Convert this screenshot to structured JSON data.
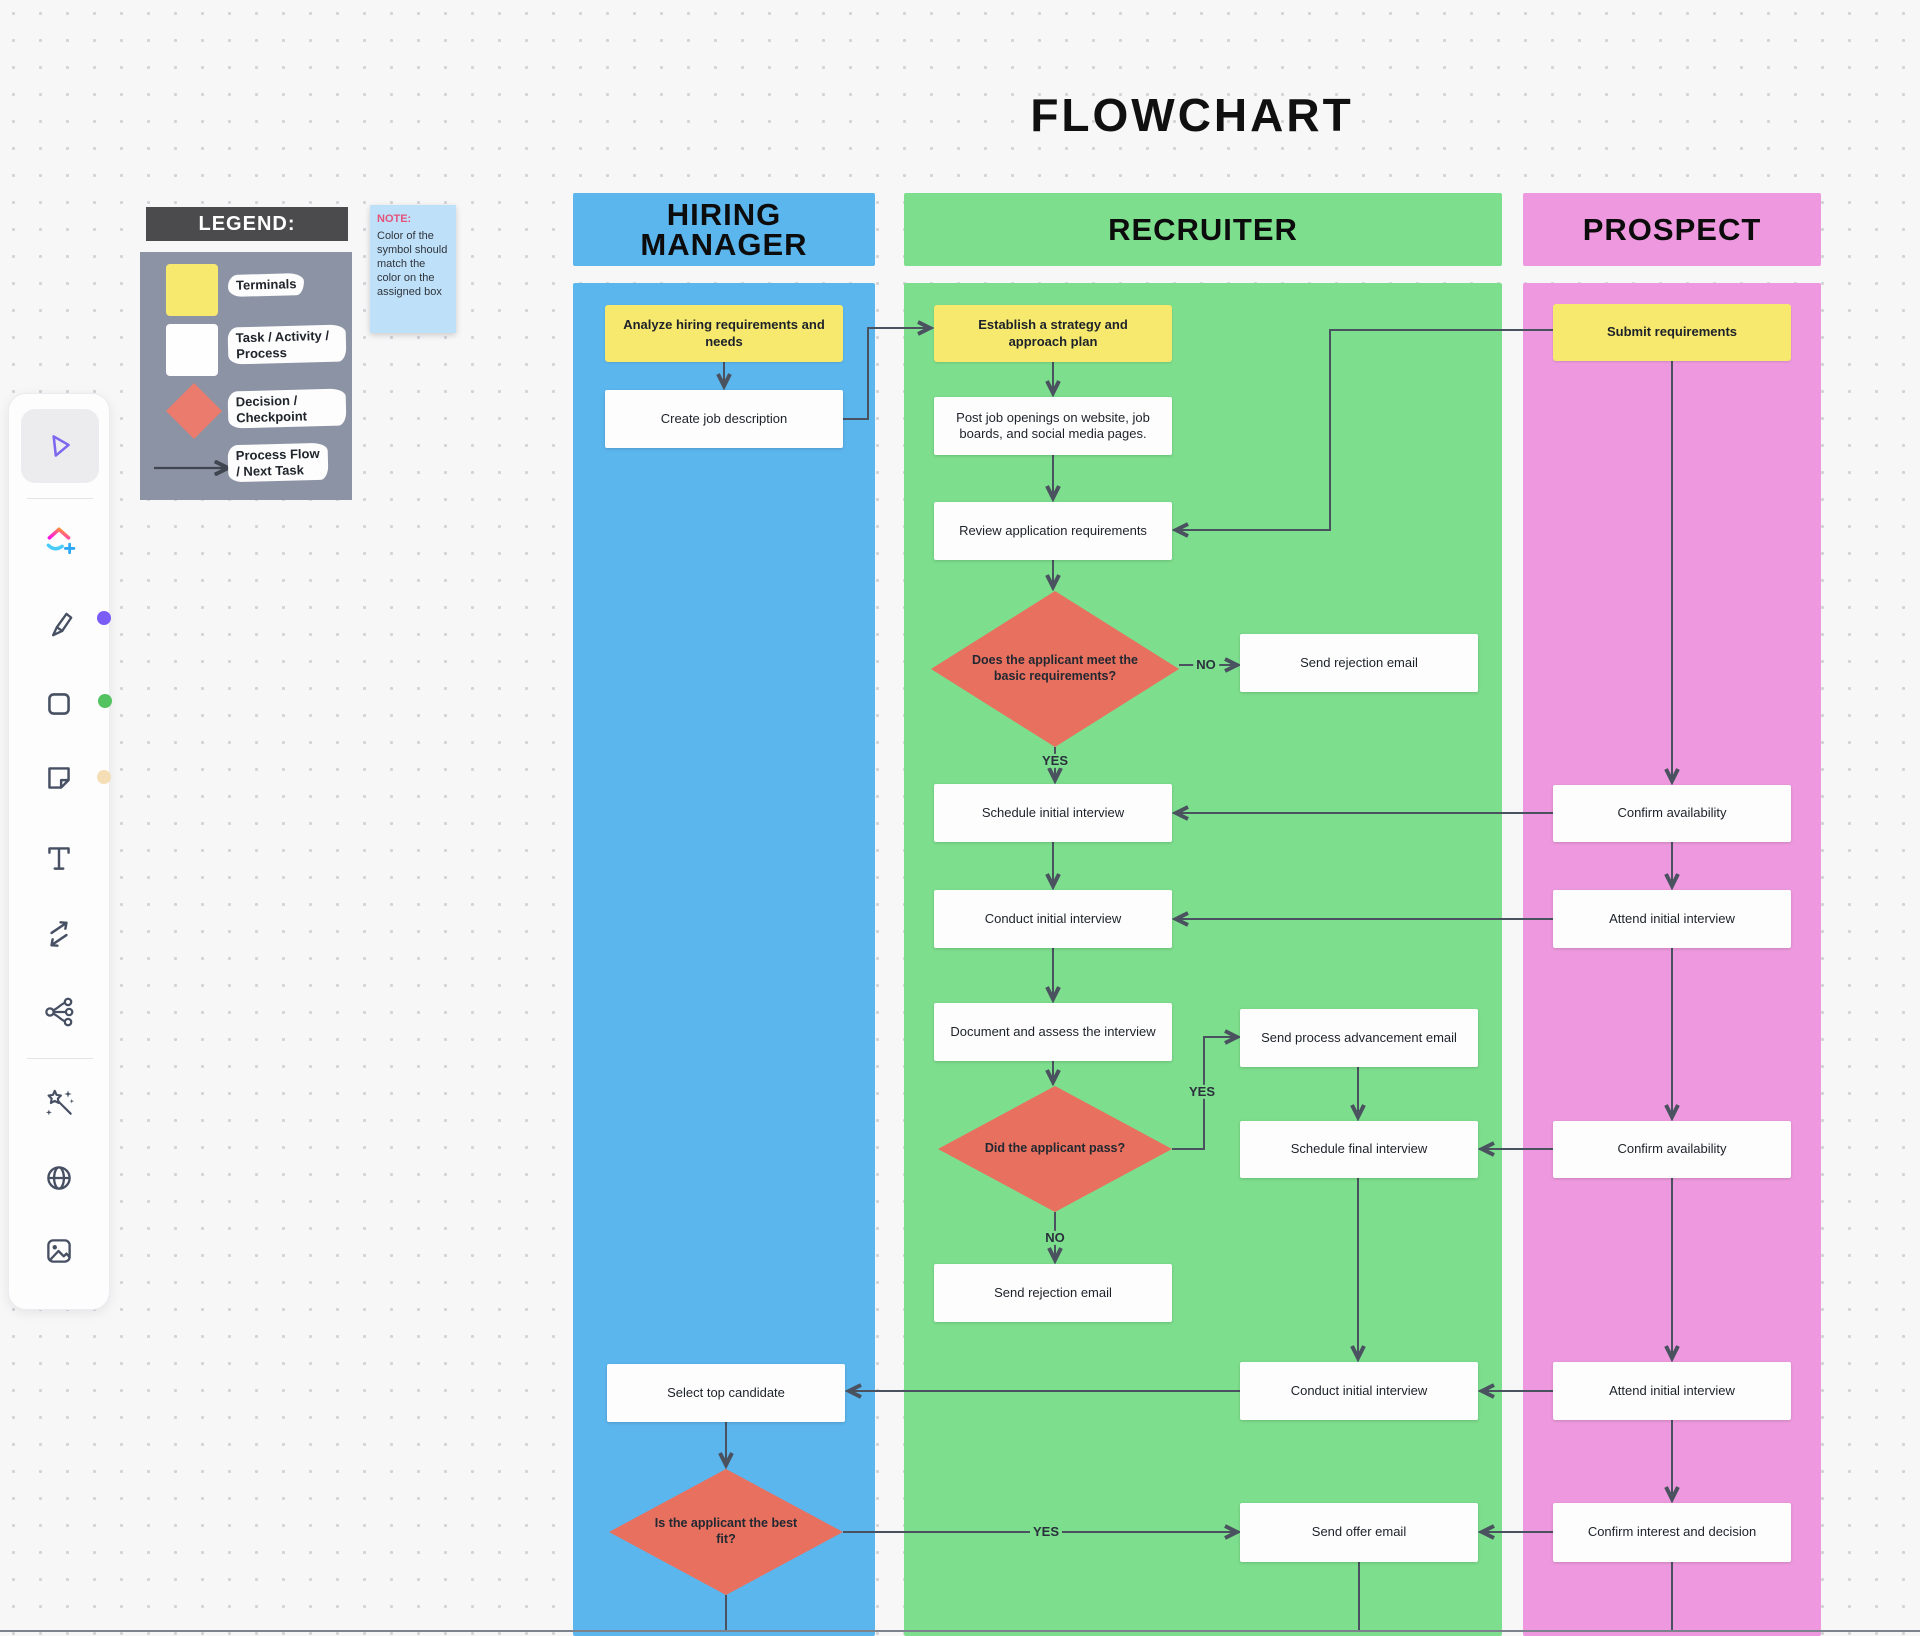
{
  "title": "FLOWCHART",
  "legend": {
    "header": "LEGEND:",
    "items": [
      {
        "symbol": "terminal-square",
        "label": "Terminals"
      },
      {
        "symbol": "process-square",
        "label": "Task / Activity / Process"
      },
      {
        "symbol": "decision-diamond",
        "label": "Decision / Checkpoint"
      },
      {
        "symbol": "flow-arrow",
        "label": "Process Flow / Next Task"
      }
    ]
  },
  "note": {
    "heading": "NOTE:",
    "body": "Color of the symbol should match the color on the assigned box"
  },
  "lanes": [
    {
      "id": "hiring-manager",
      "label": "HIRING MANAGER",
      "color": "#5cb6ee"
    },
    {
      "id": "recruiter",
      "label": "RECRUITER",
      "color": "#7dde8d"
    },
    {
      "id": "prospect",
      "label": "PROSPECT",
      "color": "#ee99df"
    }
  ],
  "nodes": {
    "analyze": {
      "type": "terminal",
      "label": "Analyze hiring requirements and needs"
    },
    "create_job": {
      "type": "process",
      "label": "Create job description"
    },
    "select_top": {
      "type": "process",
      "label": "Select top candidate"
    },
    "best_fit": {
      "type": "decision",
      "label": "Is the applicant the best fit?"
    },
    "establish": {
      "type": "terminal",
      "label": "Establish a strategy and approach plan"
    },
    "post_job": {
      "type": "process",
      "label": "Post job openings on website, job boards, and social media pages."
    },
    "review_app": {
      "type": "process",
      "label": "Review application requirements"
    },
    "meets_req": {
      "type": "decision",
      "label": "Does the applicant meet the basic requirements?"
    },
    "send_rejection_top": {
      "type": "process",
      "label": "Send rejection email"
    },
    "schedule_initial": {
      "type": "process",
      "label": "Schedule initial interview"
    },
    "conduct_initial": {
      "type": "process",
      "label": "Conduct initial interview"
    },
    "document_assess": {
      "type": "process",
      "label": "Document and assess the interview"
    },
    "did_pass": {
      "type": "decision",
      "label": "Did the applicant pass?"
    },
    "send_advancement": {
      "type": "process",
      "label": "Send process advancement email"
    },
    "schedule_final": {
      "type": "process",
      "label": "Schedule final interview"
    },
    "send_rejection_bottom": {
      "type": "process",
      "label": "Send rejection email"
    },
    "conduct_final": {
      "type": "process",
      "label": "Conduct initial interview"
    },
    "send_offer": {
      "type": "process",
      "label": "Send offer email"
    },
    "submit_req": {
      "type": "terminal",
      "label": "Submit requirements"
    },
    "confirm_avail_1": {
      "type": "process",
      "label": "Confirm availability"
    },
    "attend_initial_1": {
      "type": "process",
      "label": "Attend initial interview"
    },
    "confirm_avail_2": {
      "type": "process",
      "label": "Confirm availability"
    },
    "attend_initial_2": {
      "type": "process",
      "label": "Attend initial interview"
    },
    "confirm_interest": {
      "type": "process",
      "label": "Confirm interest and decision"
    }
  },
  "edge_labels": {
    "no_requirements": "NO",
    "yes_requirements": "YES",
    "yes_pass": "YES",
    "no_pass": "NO",
    "yes_best_fit": "YES"
  },
  "colors": {
    "terminal": "#f6e96d",
    "process": "#fdfdfd",
    "decision": "#e8705f",
    "connector": "#4a5260",
    "legend_header_bg": "#4b4b4d",
    "legend_body_bg": "#8c93a4",
    "note_bg": "#bee0f8",
    "note_heading": "#e4537c",
    "canvas_bg": "#f7f7f8"
  },
  "toolbar": {
    "tools": [
      "select-cursor",
      "clickup-ai",
      "marker",
      "shape",
      "sticky-note",
      "text",
      "connector-arrows",
      "mind-map",
      "magic-wand",
      "embed-globe",
      "image"
    ]
  }
}
